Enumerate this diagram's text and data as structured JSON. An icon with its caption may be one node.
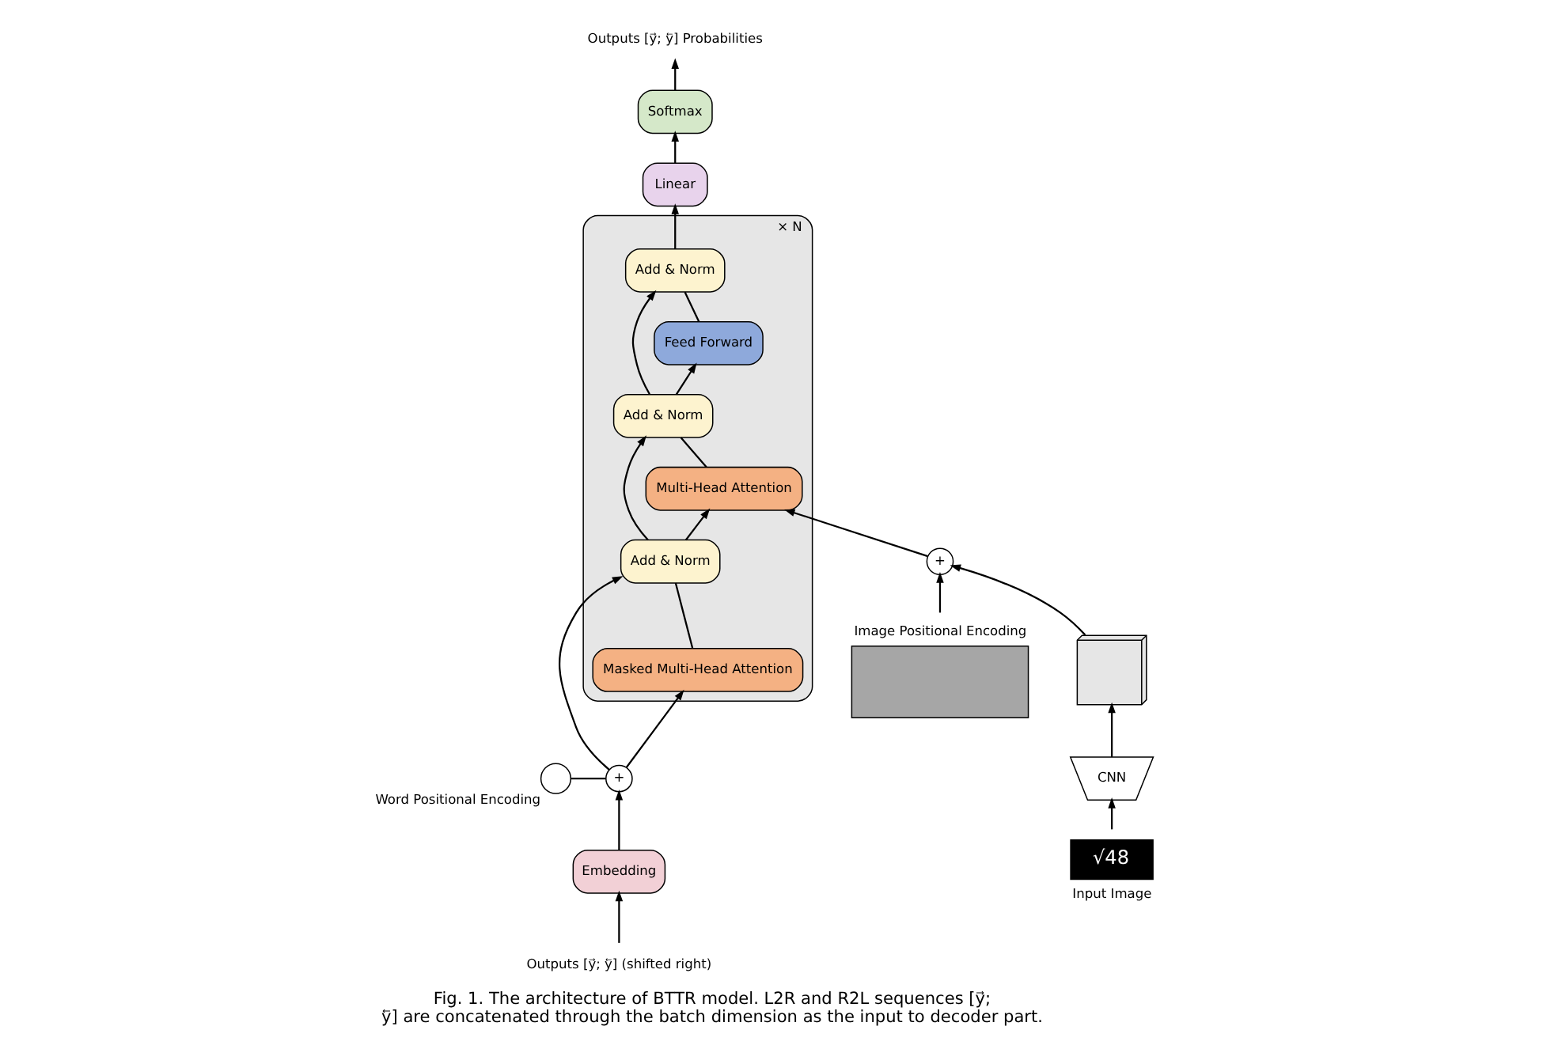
{
  "diagram": {
    "caption": "Fig. 1. The architecture of BTTR model. L2R and R2L sequences [y⃗; y⃖] are concatenated through the batch dimension as the input to decoder part.",
    "nodes": [
      {
        "text": [
          "× N"
        ]
      },
      {
        "text": [
          "Add & Norm"
        ],
        "in": 0
      },
      {
        "text": [
          "Feed Forward"
        ],
        "in": 0
      },
      {
        "text": [
          "Add & Norm"
        ],
        "in": 0
      },
      {
        "text": [
          "Multi-Head Attention"
        ],
        "in": 0
      },
      {
        "text": [
          "Add & Norm"
        ],
        "in": 0
      },
      {
        "text": [
          "Masked Multi-Head Attention"
        ],
        "in": 0
      },
      {
        "text": [
          "Linear"
        ]
      },
      {
        "text": [
          "Softmax"
        ]
      },
      {
        "text": [
          "Outputs [y⃗; y⃖] Probabilities"
        ]
      },
      {
        "text": [
          "Image Positional Encoding"
        ]
      },
      {
        "text": [],
        "shape": "box"
      },
      {
        "text": [
          "CNN"
        ]
      },
      {
        "text": [
          "√48"
        ],
        "beside": [
          "Input Image"
        ]
      },
      {
        "text": [
          "+"
        ]
      },
      {
        "text": [
          "+"
        ]
      },
      {
        "text": [],
        "shape": "circle",
        "beside": [
          "Word Positional Encoding"
        ]
      },
      {
        "text": [
          "Embedding"
        ]
      },
      {
        "text": [
          "Outputs [y⃗; y⃖] (shifted right)"
        ]
      }
    ],
    "edges": [
      {
        "from": 18,
        "to": 17,
        "arrow": "to"
      },
      {
        "from": 17,
        "to": 15,
        "arrow": "to"
      },
      {
        "from": 16,
        "to": 15,
        "arrow": "none"
      },
      {
        "from": 15,
        "to": 6,
        "arrow": "to"
      },
      {
        "from": 15,
        "to": 5,
        "arrow": "to"
      },
      {
        "from": 6,
        "to": 5,
        "arrow": "none"
      },
      {
        "from": 5,
        "to": 4,
        "arrow": "to"
      },
      {
        "from": 5,
        "to": 3,
        "arrow": "to"
      },
      {
        "from": 13,
        "to": 12,
        "arrow": "to"
      },
      {
        "from": 12,
        "to": 11,
        "arrow": "to"
      },
      {
        "from": 11,
        "to": 14,
        "arrow": "to"
      },
      {
        "from": 10,
        "to": 14,
        "arrow": "to"
      },
      {
        "from": 14,
        "to": 4,
        "arrow": "to"
      },
      {
        "from": 4,
        "to": 3,
        "arrow": "none"
      },
      {
        "from": 3,
        "to": 2,
        "arrow": "to"
      },
      {
        "from": 3,
        "to": 1,
        "arrow": "to"
      },
      {
        "from": 2,
        "to": 1,
        "arrow": "none"
      },
      {
        "from": 1,
        "to": 7,
        "arrow": "to"
      },
      {
        "from": 7,
        "to": 8,
        "arrow": "to"
      },
      {
        "from": 8,
        "to": 9,
        "arrow": "to"
      }
    ]
  }
}
